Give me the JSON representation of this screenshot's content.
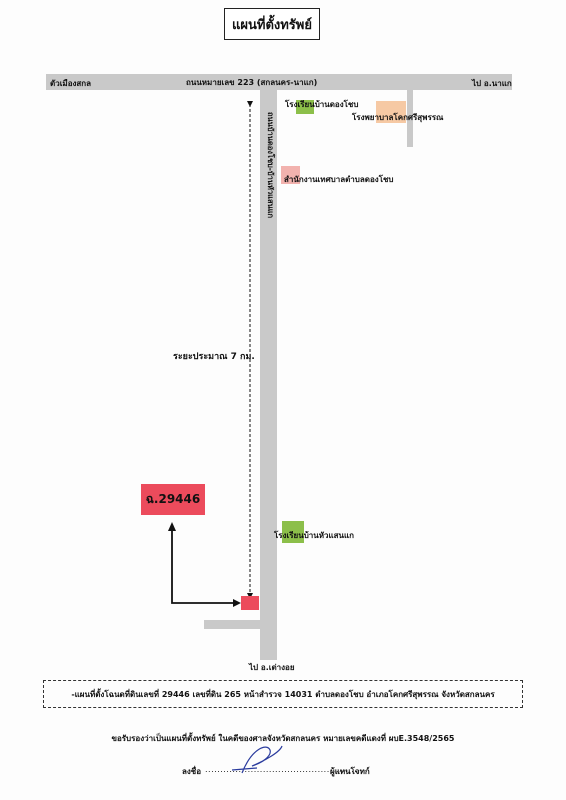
{
  "title": "แผนที่ตั้งทรัพย์",
  "roads": {
    "main_road": "ถนนหมายเลข 223 (สกลนคร-นาแก)",
    "west_dest": "ตัวเมืองสกล",
    "east_dest": "ไป อ.นาแก",
    "side_road": "ถนนบ้านดองโชบ-บ้านหัวแสนแก",
    "south_dest": "ไป อ.เต่างอย"
  },
  "landmarks": {
    "school_1": "โรงเรียนบ้านดองโชบ",
    "hospital": "โรงพยาบาลโคกศรีสุพรรณ",
    "office": "สำนักงานเทศบาลตำบลดองโชบ",
    "school_2": "โรงเรียนบ้านหัวแสนแก"
  },
  "distance_label": "ระยะประมาณ 7 กม.",
  "deed_label": "ฉ.29446",
  "info_text": "-แผนที่ตั้งโฉนดที่ดินเลขที่  29446  เลขที่ดิน 265  หน้าสำรวจ 14031  ตำบลดองโชบ  อำเภอโคกศรีสุพรรณ  จังหวัดสกลนคร",
  "certify_text": "ขอรับรองว่าเป็นแผนที่ตั้งทรัพย์  ในคดีของศาลจังหวัดสกลนคร  หมายเลขคดีแดงที่  ผบE.3548/2565",
  "signature": {
    "label": "ลงชื่อ",
    "dots": "..................................................",
    "role": "ผู้แทนโจทก์"
  },
  "colors": {
    "road": "#c9c9c9",
    "school": "#8cbf4a",
    "hospital": "#f6c9a4",
    "office": "#f2b2ae",
    "target": "#ec4b5c"
  }
}
